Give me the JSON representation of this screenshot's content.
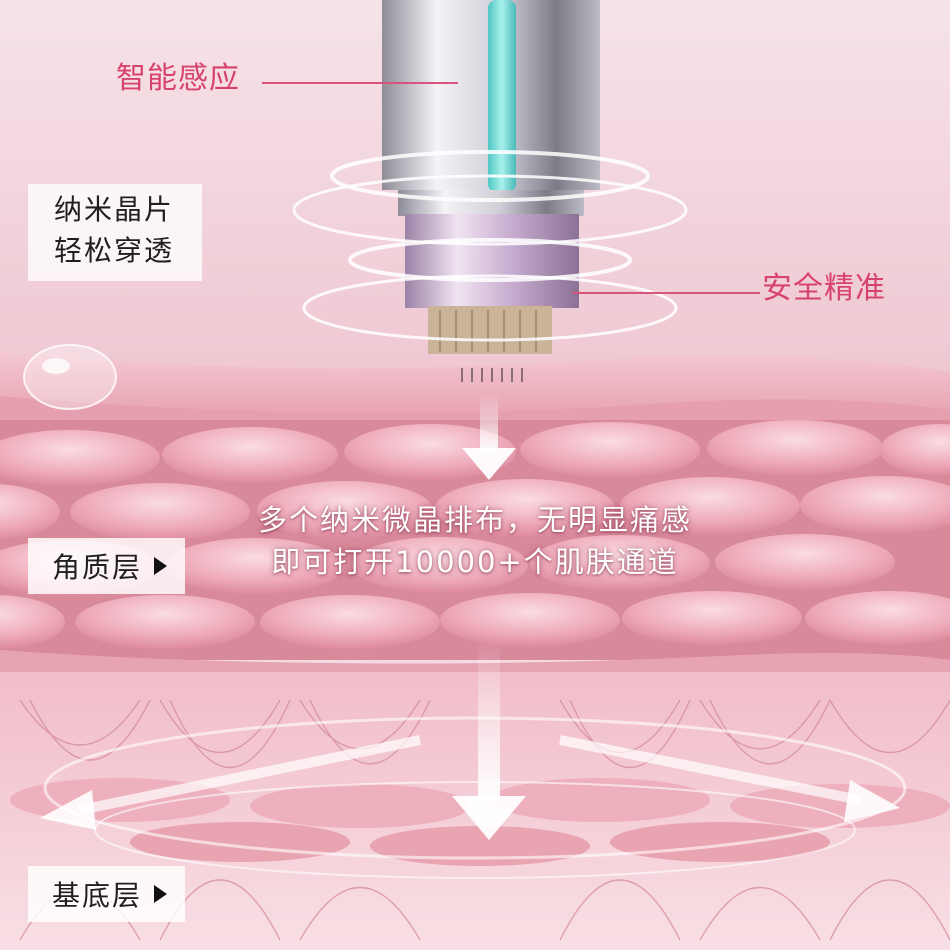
{
  "callouts": {
    "smart_sensing": "智能感应",
    "safe_precise": "安全精准"
  },
  "nano_chip": {
    "line1": "纳米晶片",
    "line2": "轻松穿透"
  },
  "layers": {
    "stratum_corneum": "角质层",
    "basal_layer": "基底层"
  },
  "caption": {
    "line1": "多个纳米微晶排布，无明显痛感",
    "line2": "即可打开10000+个肌肤通道"
  },
  "icons": {
    "layer_pointer": "triangle-right-icon",
    "arrow": "arrow-down-icon"
  },
  "colors": {
    "accent": "#d7426f",
    "skin": "#e9a6b3",
    "background": "#f3dbe2"
  }
}
